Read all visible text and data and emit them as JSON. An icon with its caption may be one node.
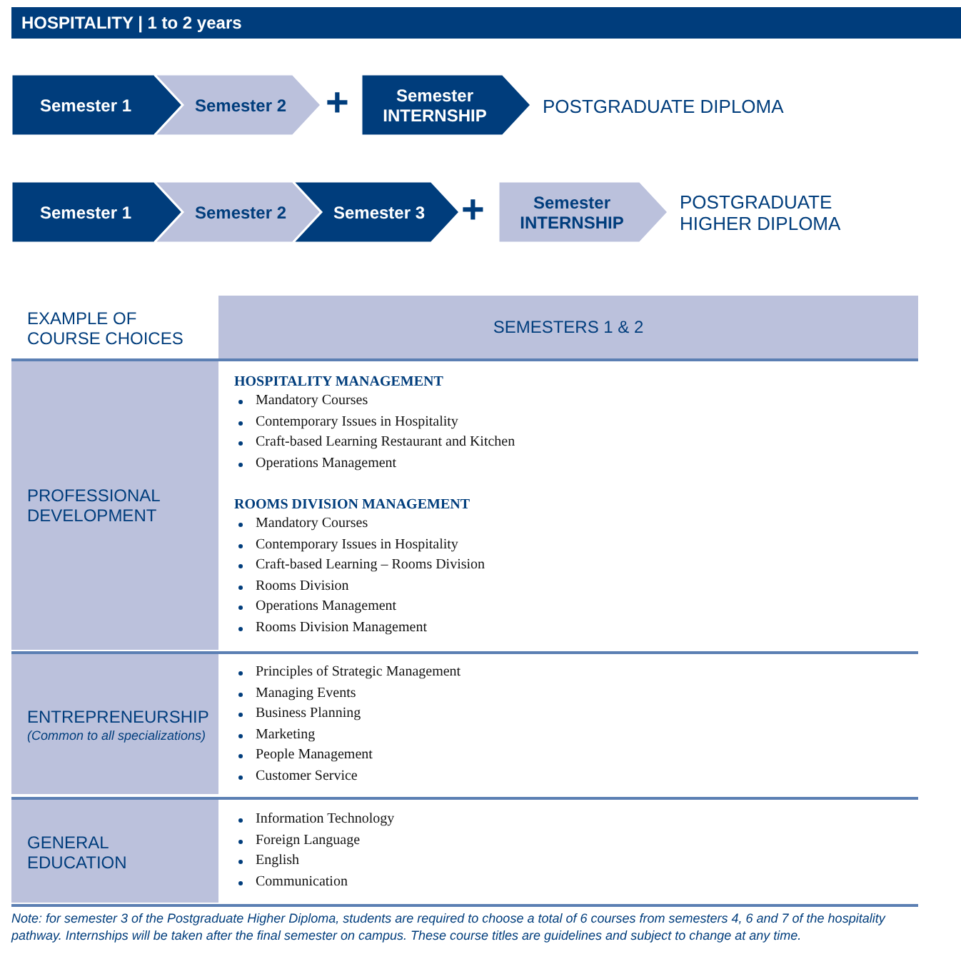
{
  "diagram": {
    "title": "HOSPITALITY | 1 to 2 years",
    "nodes": [
      {
        "text": [
          "Semester 1"
        ]
      },
      {
        "text": [
          "Semester 2"
        ]
      },
      {
        "text": [
          "Semester INTERNSHIP"
        ],
        "beside": [
          "POSTGRADUATE DIPLOMA"
        ]
      },
      {
        "text": [
          "Semester 1"
        ]
      },
      {
        "text": [
          "Semester 2"
        ]
      },
      {
        "text": [
          "Semester 3"
        ]
      },
      {
        "text": [
          "Semester INTERNSHIP"
        ],
        "beside": [
          "POSTGRADUATE HIGHER DIPLOMA"
        ]
      }
    ],
    "edges": [],
    "labels": [
      "+",
      "+",
      "EXAMPLE OF COURSE CHOICES",
      "SEMESTERS 1 & 2",
      "PROFESSIONAL DEVELOPMENT",
      "HOSPITALITY MANAGEMENT",
      "Mandatory Courses",
      "Contemporary Issues in Hospitality",
      "Craft-based Learning Restaurant and Kitchen",
      "Operations Management",
      "ROOMS DIVISION MANAGEMENT",
      "Mandatory Courses",
      "Contemporary Issues in Hospitality",
      "Craft-based Learning – Rooms Division",
      "Rooms Division",
      "Operations Management",
      "Rooms Division Management",
      "ENTREPRENEURSHIP",
      "(Common to all specializations)",
      "Principles of Strategic Management",
      "Managing Events",
      "Business Planning",
      "Marketing",
      "People Management",
      "Customer Service",
      "GENERAL EDUCATION",
      "Information Technology",
      "Foreign Language",
      "English",
      "Communication"
    ],
    "caption": "Note: for semester 3 of the Postgraduate Higher Diploma, students are required to choose a total of 6 courses from semesters 4, 6 and 7 of the hospitality pathway. Internships will be taken after the final semester on campus. These course titles are guidelines and subject to change at any time."
  }
}
